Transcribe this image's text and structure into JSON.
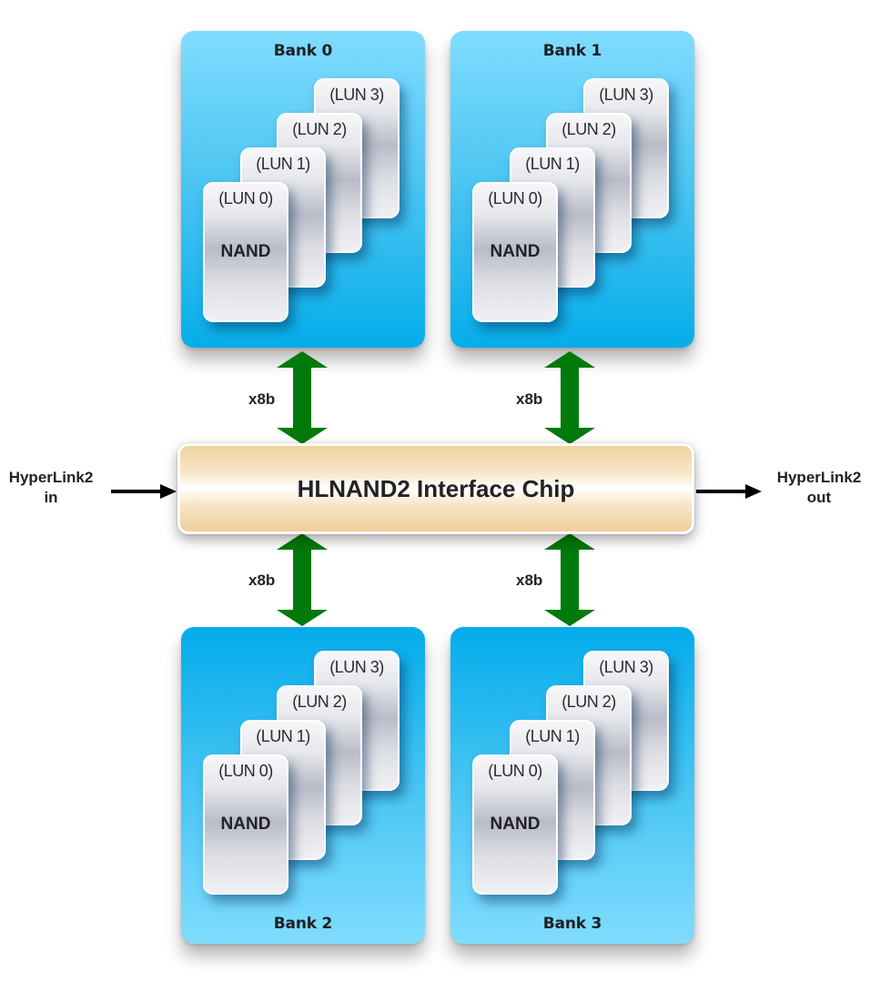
{
  "diagram": {
    "chip": {
      "label": "HLNAND2 Interface Chip"
    },
    "io": {
      "input": {
        "line1": "HyperLink2",
        "line2": "in"
      },
      "output": {
        "line1": "HyperLink2",
        "line2": "out"
      }
    },
    "bus_width_label": "x8b",
    "banks": [
      {
        "title": "Bank 0",
        "luns": [
          "(LUN 0)",
          "(LUN 1)",
          "(LUN 2)",
          "(LUN 3)"
        ],
        "chip_type": "NAND"
      },
      {
        "title": "Bank 1",
        "luns": [
          "(LUN 0)",
          "(LUN 1)",
          "(LUN 2)",
          "(LUN 3)"
        ],
        "chip_type": "NAND"
      },
      {
        "title": "Bank 2",
        "luns": [
          "(LUN 0)",
          "(LUN 1)",
          "(LUN 2)",
          "(LUN 3)"
        ],
        "chip_type": "NAND"
      },
      {
        "title": "Bank 3",
        "luns": [
          "(LUN 0)",
          "(LUN 1)",
          "(LUN 2)",
          "(LUN 3)"
        ],
        "chip_type": "NAND"
      }
    ],
    "colors": {
      "bank_blue_light": "#80dcff",
      "bank_blue_dark": "#06adea",
      "bus_arrow_green": "#007a0a",
      "chip_tan": "#f1d4a2",
      "io_arrow_black": "#000000"
    }
  }
}
